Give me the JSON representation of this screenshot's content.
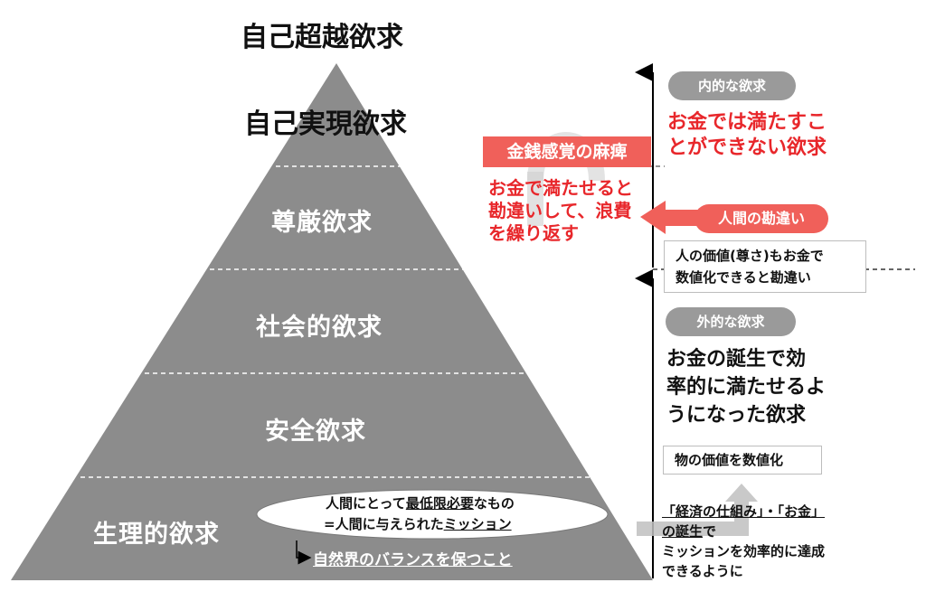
{
  "pyramid": {
    "apex_label": "自己超越欲求",
    "top_label": "自己実現欲求",
    "levels": [
      {
        "label": "尊厳欲求"
      },
      {
        "label": "社会的欲求"
      },
      {
        "label": "安全欲求"
      },
      {
        "label": "生理的欲求"
      }
    ]
  },
  "physiological_note": {
    "line1_prefix": "人間にとって",
    "line1_underlined": "最低限必要",
    "line1_suffix": "なもの",
    "line2_prefix": "=人間に与えられた",
    "line2_underlined": "ミッション",
    "nature_balance": "自然界のバランスを保つこと"
  },
  "money_numbness": {
    "label": "金銭感覚の麻痺",
    "text_line1": "お金で満たせると",
    "text_line2": "勘違いして、浪費",
    "text_line3": "を繰り返す"
  },
  "right_panel": {
    "inner_badge": "内的な欲求",
    "inner_text_line1": "お金では満たすこ",
    "inner_text_line2": "とができない欲求",
    "misunderstanding_badge": "人間の勘違い",
    "misunderstanding_box_line1": "人の価値(尊さ)もお金で",
    "misunderstanding_box_line2": "数値化できると勘違い",
    "outer_badge": "外的な欲求",
    "outer_text_line1": "お金の誕生で効",
    "outer_text_line2": "率的に満たせるよ",
    "outer_text_line3": "うになった欲求",
    "value_box": "物の価値を数値化",
    "economy_line1": "「経済の仕組み」・「お金」",
    "economy_line2_underlined": "の誕生",
    "economy_line2_suffix": "で",
    "economy_line3": "ミッションを効率的に達成",
    "economy_line4": "できるように"
  },
  "colors": {
    "pyramid": "#8c8c8c",
    "accent_red": "#e8272b",
    "badge_red": "#f0605a",
    "badge_grey": "#9a9a9a"
  }
}
